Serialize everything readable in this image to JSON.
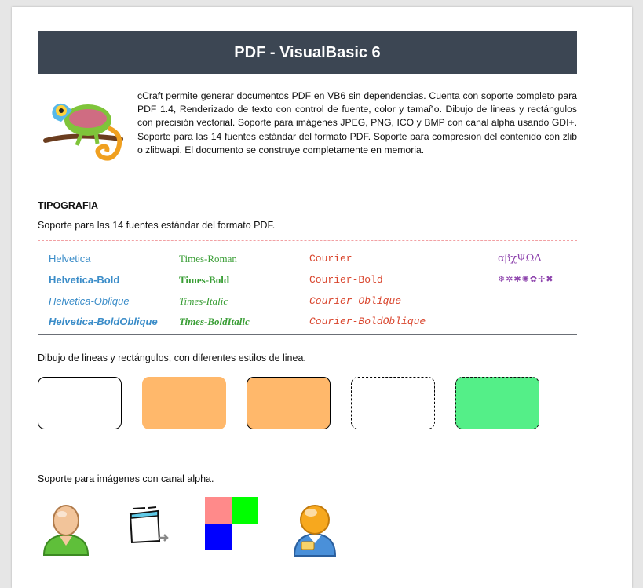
{
  "header": {
    "title": "PDF - VisualBasic 6"
  },
  "intro": {
    "image_icon": "chameleon-logo",
    "text": "cCraft permite generar documentos PDF en VB6 sin dependencias. Cuenta con soporte completo para PDF 1.4, Renderizado de texto con control de fuente, color y tamaño. Dibujo de lineas y rectángulos con precisión vectorial. Soporte para imágenes JPEG, PNG, ICO y BMP con canal alpha usando GDI+. Soporte para las 14 fuentes estándar del formato PDF. Soporte para compresion del contenido con zlib o zlibwapi. El documento se construye completamente en memoria."
  },
  "typography": {
    "title": "TIPOGRAFIA",
    "subtitle": "Soporte para las 14 fuentes estándar del formato PDF.",
    "colors": {
      "helvetica": "#3a8cc8",
      "times": "#3a9e36",
      "courier": "#d9452d",
      "symbol": "#8e44ad"
    },
    "rows": [
      {
        "helvetica": "Helvetica",
        "times": "Times-Roman",
        "courier": "Courier",
        "symbol": "αβχΨΩΔ"
      },
      {
        "helvetica": "Helvetica-Bold",
        "times": "Times-Bold",
        "courier": "Courier-Bold",
        "symbol": "❄✲✱✺✿✢✖"
      },
      {
        "helvetica": "Helvetica-Oblique",
        "times": "Times-Italic",
        "courier": "Courier-Oblique",
        "symbol": ""
      },
      {
        "helvetica": "Helvetica-BoldOblique",
        "times": "Times-BoldItalic",
        "courier": "Courier-BoldOblique",
        "symbol": ""
      }
    ]
  },
  "lines": {
    "caption": "Dibujo de lineas y rectángulos, con diferentes estilos de linea.",
    "rect_colors": {
      "orange": "#ffb86b",
      "green": "#54ef88",
      "stroke": "#000000"
    }
  },
  "images": {
    "caption": "Soporte para imágenes con canal alpha.",
    "icons": [
      "user-green-icon",
      "window-resize-icon",
      "color-squares-icon",
      "user-orange-icon"
    ],
    "square_colors": [
      "#ff8a8a",
      "#00ff00",
      "#0000ff"
    ]
  }
}
